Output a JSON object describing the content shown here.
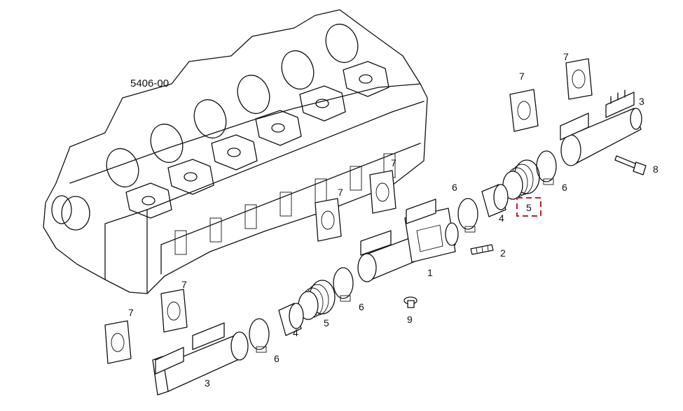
{
  "diagram": {
    "reference_code": "5406-00",
    "labels": {
      "p1": "1",
      "p2": "2",
      "p3a": "3",
      "p3b": "3",
      "p4a": "4",
      "p4b": "4",
      "p5a": "5",
      "p5b": "5",
      "p6a": "6",
      "p6b": "6",
      "p6c": "6",
      "p6d": "6",
      "p7a": "7",
      "p7b": "7",
      "p7c": "7",
      "p7d": "7",
      "p7e": "7",
      "p7f": "7",
      "p8": "8",
      "p9": "9"
    },
    "highlight_color": "#c0202a"
  }
}
